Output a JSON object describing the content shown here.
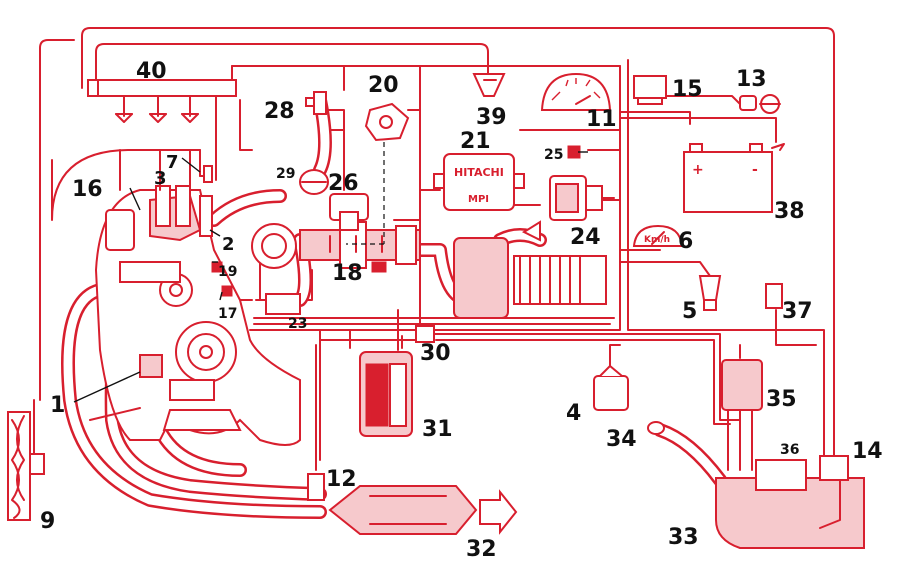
{
  "components": {
    "fuel_rail_injectors": "40",
    "intake_runner": "28",
    "throttle_position_sensor": "20",
    "map_sensor": "39",
    "tachometer": "11",
    "fuse_relay_box": "15",
    "ignition_key_switch": "13",
    "cylinder_head": "16",
    "spark_plug": "3",
    "coolant_sensor": "7",
    "pressure_regulator": "29",
    "idle_valve": "26",
    "ecu": "21",
    "fuse": "25",
    "distributor": "24",
    "battery": "38",
    "coolant_pipe": "2",
    "air_temp_sensor": "19",
    "throttle_body": "18",
    "speedometer": "6",
    "knock_sensor": "17",
    "canister_valve": "23",
    "oil_pressure_sensor": "5",
    "fuel_pump_relay": "37",
    "engine_block": "1",
    "fuel_filter": "30",
    "charcoal_canister": "31",
    "relay": "4",
    "fuel_pump": "35",
    "filler_neck": "34",
    "tank_vent": "36",
    "radiator_fan": "9",
    "lambda_sensor": "12",
    "catalytic_converter": "32",
    "fuel_tank": "33",
    "fuel_gauge_sender": "14"
  },
  "ecu_label": {
    "brand": "HITACHI",
    "model": "MPI"
  },
  "speedometer_unit": "Km/h",
  "battery_marks": {
    "plus": "+",
    "minus": "-"
  },
  "colors": {
    "line": "#d81f2e",
    "text": "#111111",
    "background": "#ffffff"
  }
}
